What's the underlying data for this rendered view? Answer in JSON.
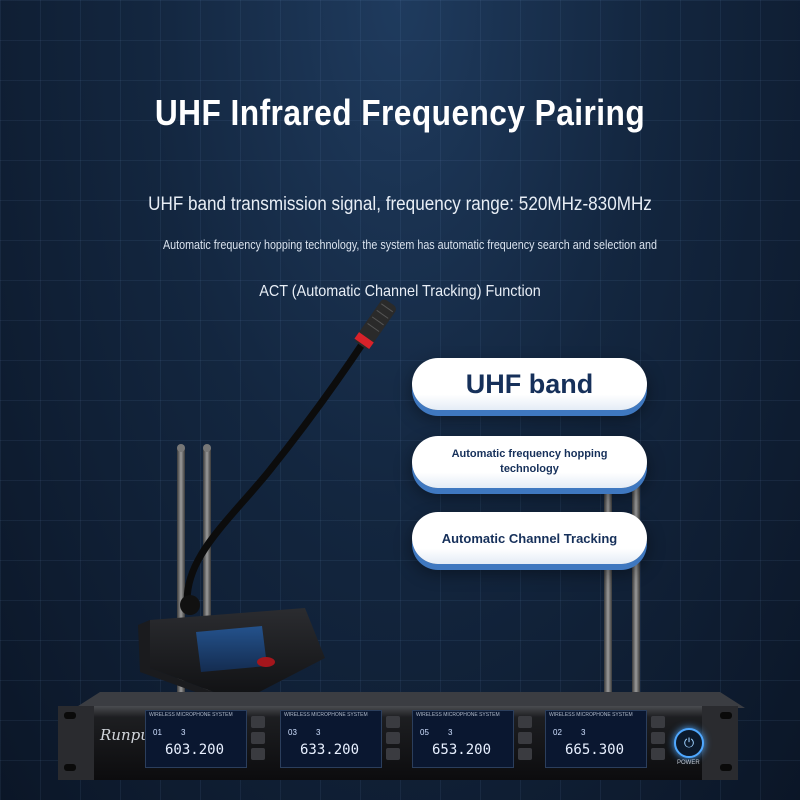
{
  "heading": {
    "title": "UHF Infrared Frequency Pairing",
    "line1": "UHF band transmission signal, frequency range: 520MHz-830MHz",
    "line2": "Automatic frequency hopping technology, the system has automatic frequency search and selection and",
    "line3": "ACT (Automatic Channel Tracking) Function"
  },
  "features": [
    {
      "label": "UHF band"
    },
    {
      "label": "Automatic frequency hopping technology"
    },
    {
      "label": "Automatic Channel Tracking"
    }
  ],
  "receiver": {
    "brand": "Runpu",
    "power_label": "POWER",
    "channels": [
      {
        "system": "WIRELESS MICROPHONE SYSTEM",
        "group": "01",
        "channel": "3",
        "freq": "603.200"
      },
      {
        "system": "WIRELESS MICROPHONE SYSTEM",
        "group": "03",
        "channel": "3",
        "freq": "633.200"
      },
      {
        "system": "WIRELESS MICROPHONE SYSTEM",
        "group": "05",
        "channel": "3",
        "freq": "653.200"
      },
      {
        "system": "WIRELESS MICROPHONE SYSTEM",
        "group": "02",
        "channel": "3",
        "freq": "665.300"
      }
    ]
  },
  "colors": {
    "background": "#13263f",
    "pill_text": "#16305a",
    "pill_shadow": "#3f78c0",
    "lcd": "#1b3f6e",
    "mic_ring": "#d8222a"
  }
}
